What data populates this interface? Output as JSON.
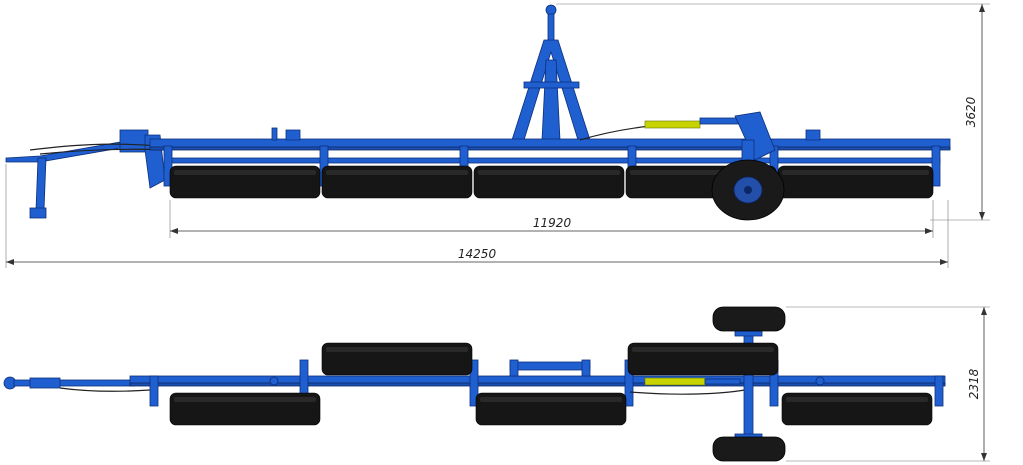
{
  "dimensions": {
    "height_side": "3620",
    "roller_length": "11920",
    "overall_length": "14250",
    "width_top": "2318"
  },
  "colors": {
    "frame": "#1f5fd0",
    "roller": "#161616",
    "cylinder": "#c8d400",
    "dimension_line": "#333333"
  }
}
